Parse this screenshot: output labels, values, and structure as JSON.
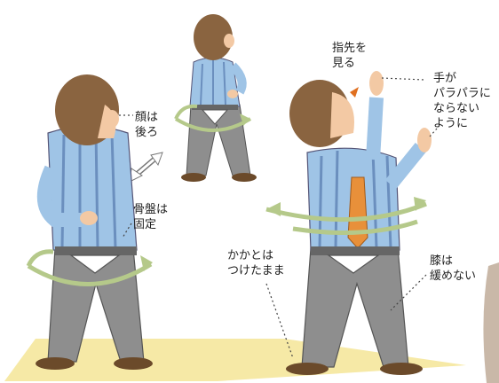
{
  "labels": {
    "face": "顔は\n後ろ",
    "pelvis": "骨盤は\n固定",
    "fingertip": "指先を\n見る",
    "hands": "手が\nパラパラに\nならない\nように",
    "heels": "かかとは\nつけたまま",
    "knees": "膝は\n緩めない"
  },
  "colors": {
    "floor": "#f6e9a6",
    "shirt": "#9fc4e6",
    "pants": "#8e8e8e",
    "hair": "#8a6440",
    "skin": "#f3c9a4",
    "arrow": "#b5c98a",
    "tie": "#e8903a",
    "accent": "#e07020"
  }
}
